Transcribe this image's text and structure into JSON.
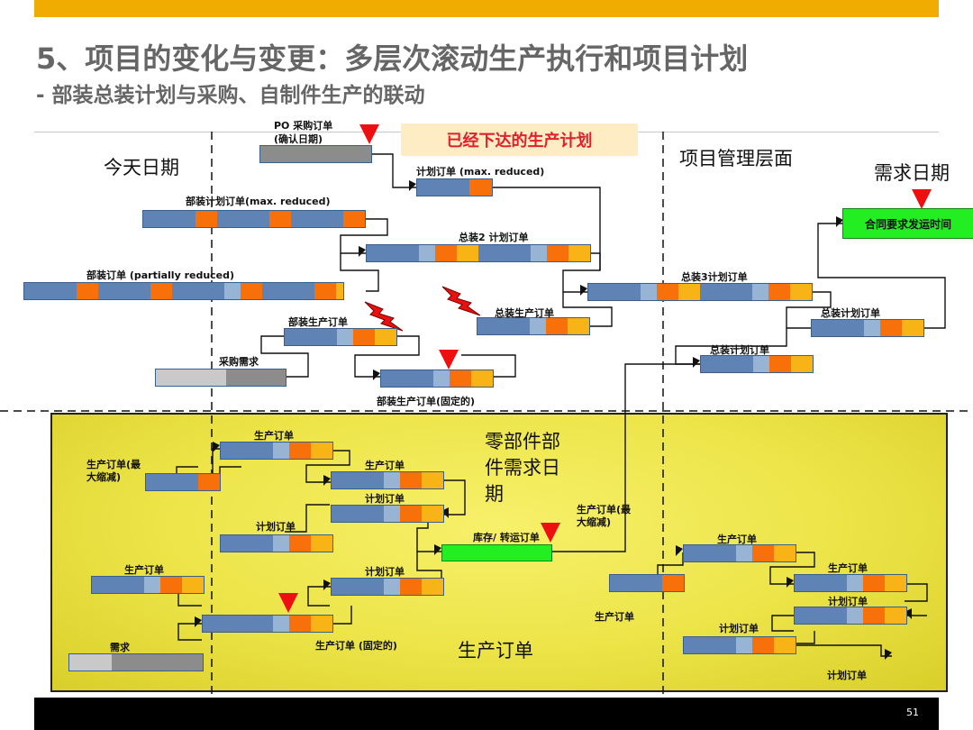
{
  "header": {
    "title": "5、项目的变化与变更：多层次滚动生产执行和项目计划",
    "subtitle": "- 部装总装计划与采购、自制件生产的联动"
  },
  "zones": {
    "today": "今天日期",
    "project_level": "项目管理层面",
    "demand_date": "需求日期",
    "parts_demand_date": "零部件部\n件需求日\n期",
    "production_orders": "生产订单"
  },
  "callouts": {
    "released_plan": "已经下达的生产计划",
    "contract_ship": "合同要求发运时间",
    "stock_transfer": "库存/ 转运订单"
  },
  "labels": {
    "po": "PO 采购订单",
    "po_confirm": "(确认日期)",
    "plan_max_reduced": "计划订单 (max. reduced)",
    "sub_plan_max_reduced": "部装计划订单(max. reduced)",
    "final2_plan": "总装2 计划订单",
    "sub_order_partial": "部装订单 (partially reduced)",
    "final3_plan": "总装3计划订单",
    "final_plan_1": "总装计划订单",
    "final_production": "总装生产订单",
    "sub_production": "部装生产订单",
    "final_plan_2": "总装计划订单",
    "purchase_req": "采购需求",
    "sub_production_fixed": "部装生产订单(固定的)",
    "prod_order_top": "生产订单",
    "prod_order_max_left": "生产订单(最\n大缩减)",
    "prod_order_mid": "生产订单",
    "plan_order_a": "计划订单",
    "plan_order_b": "计划订单",
    "prod_order_left": "生产订单",
    "plan_order_c": "计划订单",
    "demand": "需求",
    "prod_order_fixed": "生产订单 (固定的)",
    "prod_order_max_right": "生产订单(最\n大缩减)",
    "prod_order_right_low": "生产订单",
    "prod_order_r1": "生产订单",
    "prod_order_r2": "生产订单",
    "plan_order_r1": "计划订单",
    "plan_order_r2": "计划订单",
    "plan_order_r3": "计划订单"
  },
  "footer": {
    "page": "51"
  },
  "colors": {
    "accent_bar": "#f0ac00",
    "segment_blue": "#5e83b4",
    "segment_light_blue": "#98b4d4",
    "segment_orange": "#f7700a",
    "segment_yellow": "#f8b316",
    "released_text": "#e0202a",
    "contract_green": "#22ee22",
    "parts_area": "#ece447"
  }
}
